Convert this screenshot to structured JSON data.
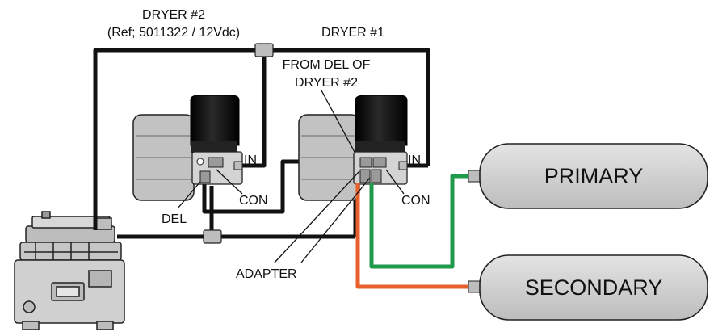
{
  "labels": {
    "dryer2_title": "DRYER #2",
    "dryer2_ref": "(Ref; 5011322 / 12Vdc)",
    "dryer1_title": "DRYER #1",
    "from_del_line1": "FROM DEL OF",
    "from_del_line2": "DRYER #2",
    "in_left": "IN",
    "in_right": "IN",
    "con_left": "CON",
    "con_right": "CON",
    "del": "DEL",
    "adapter": "ADAPTER"
  },
  "tanks": {
    "primary": "PRIMARY",
    "secondary": "SECONDARY"
  },
  "colors": {
    "air_line": "#111111",
    "primary_line": "#1f9a4a",
    "secondary_line": "#e8612c",
    "tank_fill": "#d3d3d3",
    "housing_fill": "#c2c2c2",
    "cartridge_fill": "#0a0a0a"
  }
}
